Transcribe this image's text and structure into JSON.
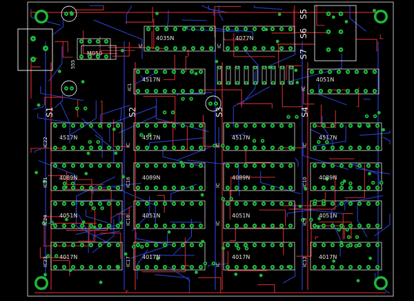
{
  "board": {
    "colors": {
      "background": "#000000",
      "top_trace": "#c0282c",
      "bottom_trace": "#2a3fd0",
      "pad": "#1fb83a",
      "silkscreen": "#e8e8e8",
      "outline": "#c0c0c0"
    }
  },
  "switches": [
    "S1",
    "S2",
    "S3",
    "S4",
    "S5",
    "S6",
    "S7"
  ],
  "ics": [
    {
      "ref": "IC",
      "part": "4035N"
    },
    {
      "ref": "IC",
      "part": "4077N"
    },
    {
      "ref": "IC1",
      "part": "4517N"
    },
    {
      "ref": "IC",
      "part": "4051N"
    },
    {
      "ref": "IC22",
      "part": "4517N"
    },
    {
      "ref": "IC",
      "part": "4517N"
    },
    {
      "ref": "IC",
      "part": "4517N"
    },
    {
      "ref": "IC",
      "part": "4517N"
    },
    {
      "ref": "IC21",
      "part": "4089N"
    },
    {
      "ref": "IC16",
      "part": "4089N"
    },
    {
      "ref": "IC",
      "part": "4089N"
    },
    {
      "ref": "IC10",
      "part": "4089N"
    },
    {
      "ref": "IC24",
      "part": "4051N"
    },
    {
      "ref": "IC18",
      "part": "4051N"
    },
    {
      "ref": "IC",
      "part": "4051N"
    },
    {
      "ref": "IC3",
      "part": "4051N"
    },
    {
      "ref": "IC23",
      "part": "4017N"
    },
    {
      "ref": "IC17",
      "part": "4017N"
    },
    {
      "ref": "IC",
      "part": "4017N"
    },
    {
      "ref": "IC12",
      "part": "4017N"
    }
  ],
  "misc_labels": {
    "timer": "555",
    "regulator": "M050"
  }
}
